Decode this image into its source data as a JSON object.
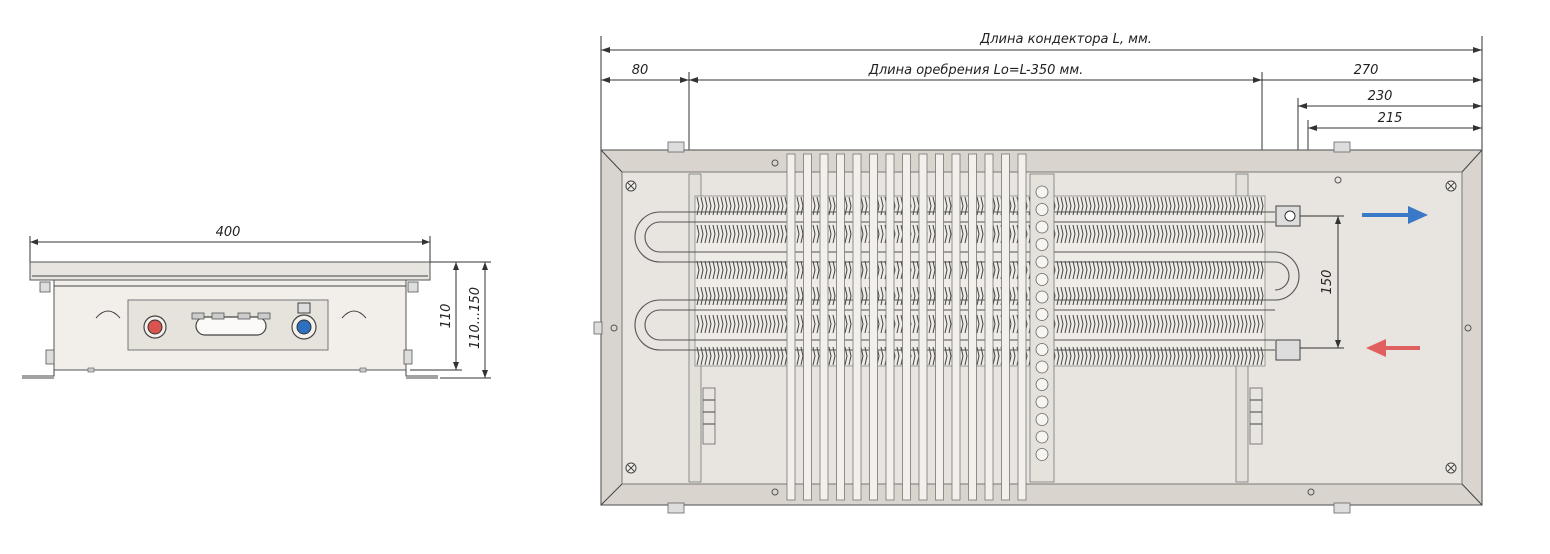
{
  "dimensions": {
    "width_400": "400",
    "height_110": "110",
    "height_range": "110...150",
    "conductor_length": "Длина кондектора L, мм.",
    "left_offset": "80",
    "fin_length": "Длина оребрения Lo=L-350 мм.",
    "right_270": "270",
    "right_230": "230",
    "right_215": "215",
    "pipe_spacing": "150"
  },
  "colors": {
    "body_fill": "#e8e4df",
    "frame_fill": "#d9d4ce",
    "supply_red": "#d9534f",
    "return_blue": "#2f6fbf",
    "arrow_blue": "#3a78c8",
    "arrow_red": "#e06060"
  }
}
